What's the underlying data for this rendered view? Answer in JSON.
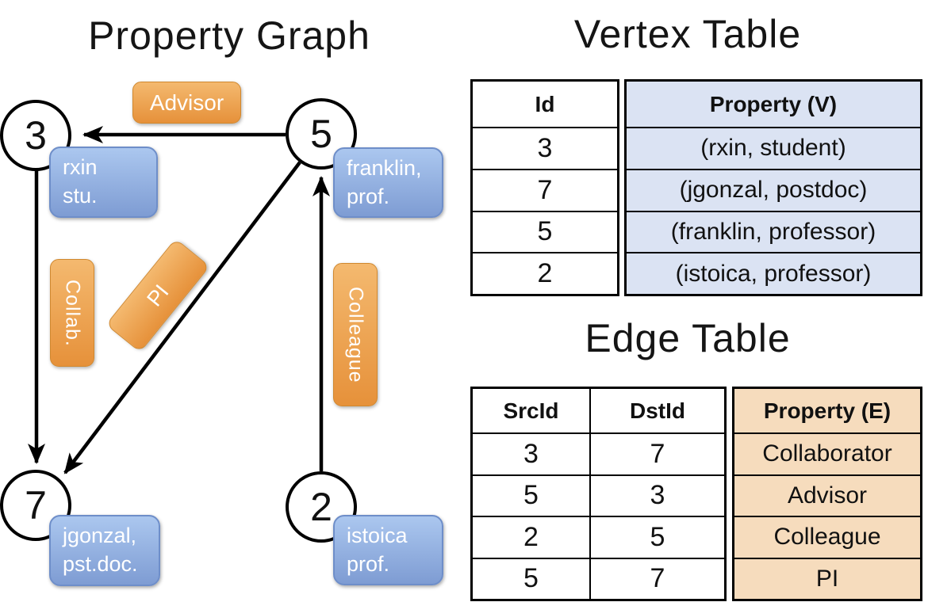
{
  "graph": {
    "title": "Property Graph",
    "nodes": [
      {
        "id": "3",
        "line1": "rxin",
        "line2": "stu."
      },
      {
        "id": "5",
        "line1": "franklin,",
        "line2": "prof."
      },
      {
        "id": "7",
        "line1": "jgonzal,",
        "line2": "pst.doc."
      },
      {
        "id": "2",
        "line1": "istoica",
        "line2": "prof."
      }
    ],
    "edge_labels": {
      "advisor": "Advisor",
      "collab": "Collab.",
      "pi": "PI",
      "colleague": "Colleague"
    }
  },
  "vertex_table": {
    "title": "Vertex Table",
    "columns": {
      "id": "Id",
      "property": "Property (V)"
    },
    "rows": [
      {
        "id": "3",
        "property": "(rxin, student)"
      },
      {
        "id": "7",
        "property": "(jgonzal, postdoc)"
      },
      {
        "id": "5",
        "property": "(franklin, professor)"
      },
      {
        "id": "2",
        "property": "(istoica, professor)"
      }
    ]
  },
  "edge_table": {
    "title": "Edge Table",
    "columns": {
      "src": "SrcId",
      "dst": "DstId",
      "property": "Property (E)"
    },
    "rows": [
      {
        "src": "3",
        "dst": "7",
        "property": "Collaborator"
      },
      {
        "src": "5",
        "dst": "3",
        "property": "Advisor"
      },
      {
        "src": "2",
        "dst": "5",
        "property": "Colleague"
      },
      {
        "src": "5",
        "dst": "7",
        "property": "PI"
      }
    ]
  },
  "colors": {
    "edge_label_orange": "#ED9C3E",
    "vertex_label_blue": "#89A7DB",
    "vertex_cell_bg": "#DBE3F3",
    "edge_cell_bg": "#F6DCBD",
    "line_black": "#000000"
  }
}
